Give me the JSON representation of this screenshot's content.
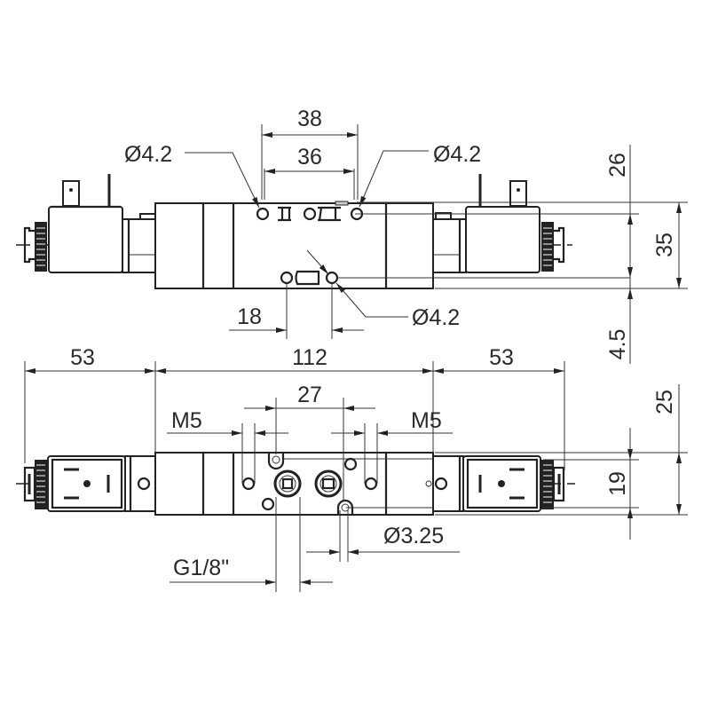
{
  "drawing": {
    "title": "Solenoid valve dimensional drawing",
    "top_view": {
      "dimensions": {
        "hole_spacing_outer": "38",
        "hole_spacing_inner": "36",
        "hole_dia_left": "Ø4.2",
        "hole_dia_right": "Ø4.2",
        "hole_dia_bottom": "Ø4.2",
        "bottom_hole_spacing": "18",
        "height_overall": "35",
        "height_upper": "26",
        "bottom_offset": "4.5"
      }
    },
    "front_view": {
      "dimensions": {
        "left_coil_length": "53",
        "body_length": "112",
        "right_coil_length": "53",
        "port_spacing": "27",
        "thread_left": "M5",
        "thread_right": "M5",
        "mount_hole_dia": "Ø3.25",
        "port_thread": "G1/8\"",
        "height_body": "19",
        "height_overall": "25"
      }
    },
    "colors": {
      "line": "#222222",
      "background": "#ffffff"
    }
  }
}
